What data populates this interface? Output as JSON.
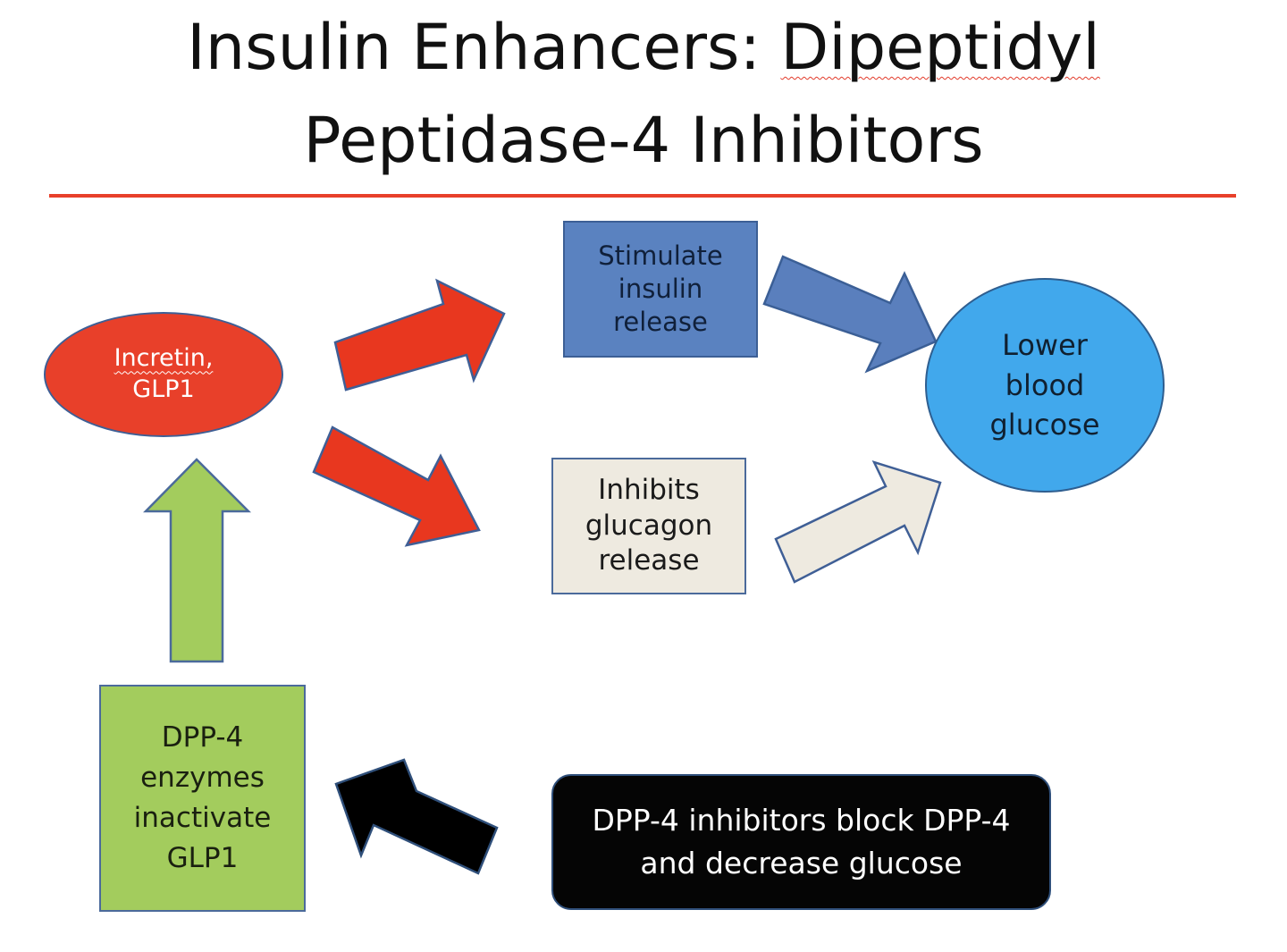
{
  "title": {
    "line1_prefix": "Insulin Enhancers: ",
    "line1_word": "Dipeptidyl",
    "line2": "Peptidase-4 Inhibitors"
  },
  "nodes": {
    "incretin": {
      "line1": "Incretin,",
      "line2": "GLP1"
    },
    "stimulate": {
      "line1": "Stimulate",
      "line2": "insulin",
      "line3": "release"
    },
    "inhibits": {
      "line1": "Inhibits",
      "line2": "glucagon",
      "line3": "release"
    },
    "lower_glucose": {
      "line1": "Lower",
      "line2": "blood",
      "line3": "glucose"
    },
    "dpp4": {
      "line1": "DPP-4",
      "line2": "enzymes",
      "line3": "inactivate",
      "line4": "GLP1"
    },
    "inhibitors": {
      "line1": "DPP-4 inhibitors block DPP-4",
      "line2": "and decrease glucose"
    }
  },
  "colors": {
    "accent_rule": "#e8402a",
    "incretin_fill": "#e8402a",
    "stimulate_fill": "#5a82c0",
    "inhibits_fill": "#eeeae0",
    "glucose_fill": "#41a8ec",
    "dpp4_fill": "#a3cc5d",
    "inhibitor_fill": "#050505",
    "arrow_red": "#e8371f",
    "arrow_blue": "#5a7fbd",
    "arrow_cream": "#eeeae0",
    "arrow_green": "#a3cc5d",
    "arrow_black": "#000000"
  }
}
